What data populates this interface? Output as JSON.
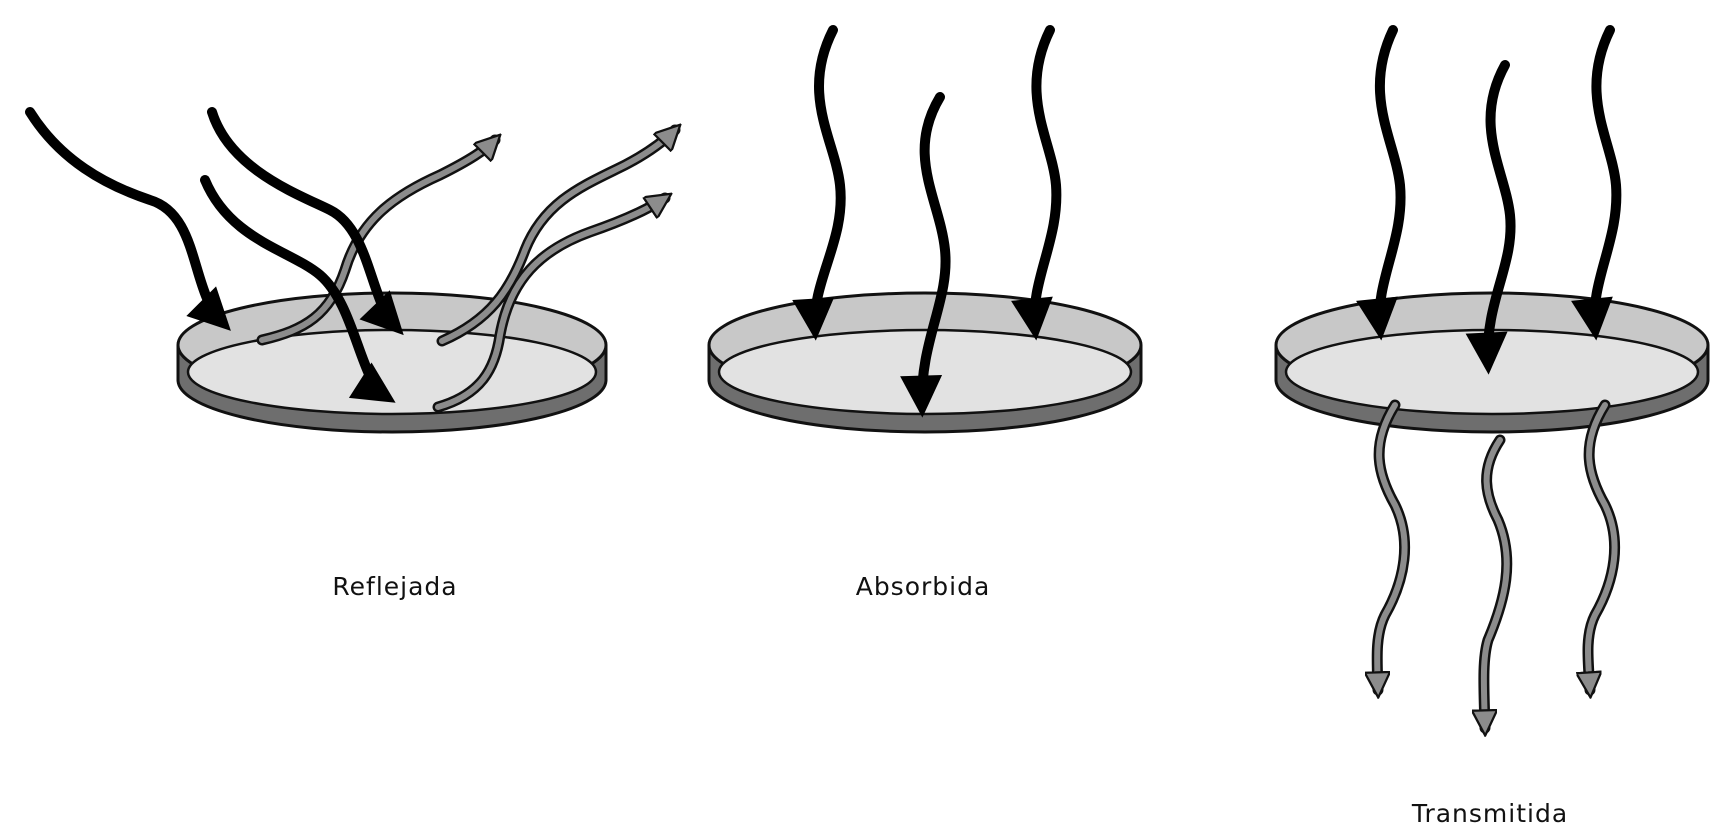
{
  "panels": [
    {
      "id": "reflejada",
      "label": "Reflejada"
    },
    {
      "id": "absorbida",
      "label": "Absorbida"
    },
    {
      "id": "transmitida",
      "label": "Transmitida"
    }
  ],
  "colors": {
    "background": "#ffffff",
    "incident_arrow": "#000000",
    "outgoing_arrow": "#8c8c8c",
    "dish_top": "#d9d9d9",
    "dish_side": "#6e6e6e",
    "outline": "#111111"
  }
}
